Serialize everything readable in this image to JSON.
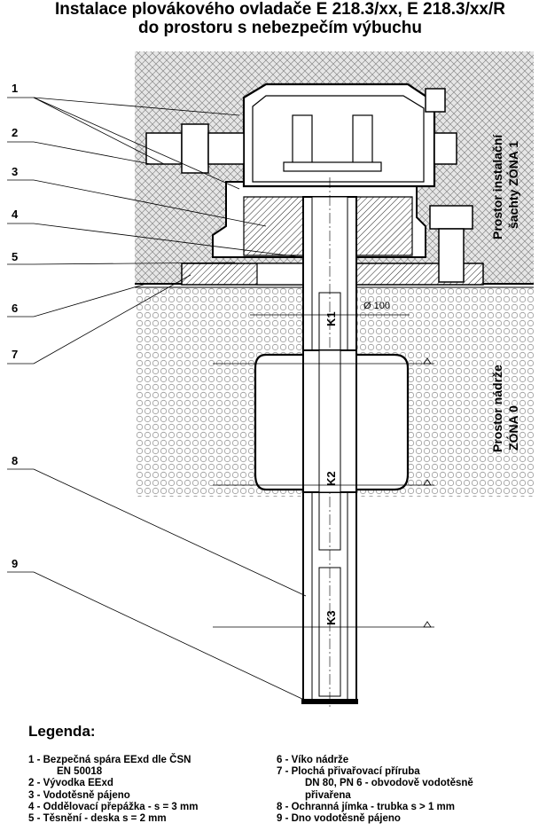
{
  "title": {
    "line1": "Instalace plovákového ovladače E 218.3/xx, E 218.3/xx/R",
    "line2": "do prostoru s nebezpečím výbuchu"
  },
  "callouts": [
    "1",
    "2",
    "3",
    "4",
    "5",
    "6",
    "7",
    "8",
    "9"
  ],
  "zones": {
    "shaft": {
      "line1": "Prostor instalační",
      "line2": "šachty ZÓNA 1"
    },
    "tank": {
      "line1": "Prostor nádrže",
      "line2": "ZÓNA 0"
    }
  },
  "dimension": "Ø 100",
  "contacts": [
    "K1",
    "K2",
    "K3"
  ],
  "legend": {
    "heading": "Legenda:",
    "left": [
      "1 - Bezpečná spára EExd dle ČSN",
      "EN 50018",
      "2 - Vývodka EExd",
      "3 - Vodotěsně pájeno",
      "4 - Oddělovací přepážka - s = 3 mm",
      "5 - Těsnění - deska s = 2 mm"
    ],
    "right": [
      "6 - Víko nádrže",
      "7 - Plochá přivařovací příruba",
      "DN 80, PN 6 - obvodově vodotěsně",
      "přivařena",
      "8 - Ochranná jímka - trubka s > 1 mm",
      "9 - Dno vodotěsně pájeno"
    ]
  },
  "colors": {
    "line": "#000000",
    "hatch_bg": "#d9d9d9",
    "dots_bg": "#ffffff"
  }
}
